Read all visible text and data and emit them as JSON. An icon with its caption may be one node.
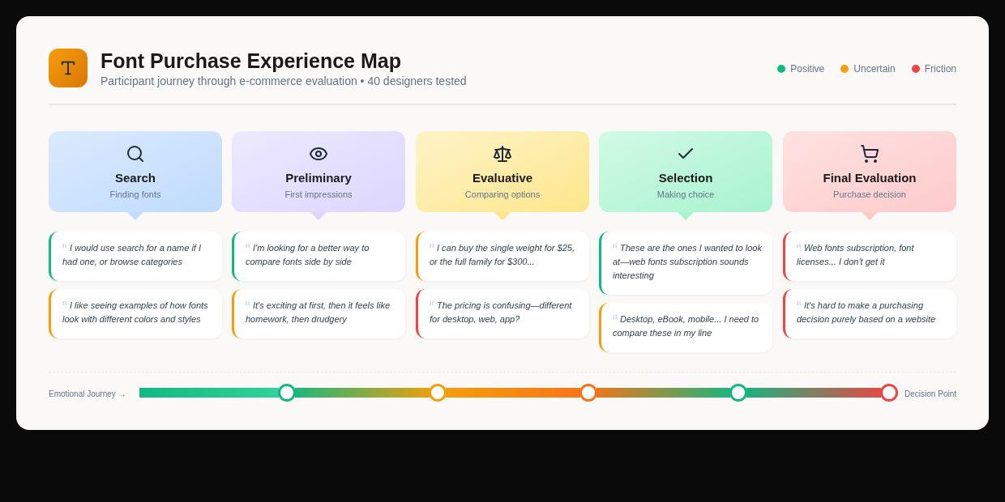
{
  "diagram": {
    "title": "Font Purchase Experience Map",
    "nodes": [
      {
        "text": [
          "Search",
          "Finding fonts"
        ]
      },
      {
        "text": [
          "Preliminary",
          "First impressions"
        ]
      },
      {
        "text": [
          "Evaluative",
          "Comparing options"
        ]
      },
      {
        "text": [
          "Selection",
          "Making choice"
        ]
      },
      {
        "text": [
          "Final Evaluation",
          "Purchase decision"
        ]
      },
      {
        "text": [
          "I would use search for a name if I had one, or browse categories"
        ]
      },
      {
        "text": [
          "I like seeing examples of how fonts look with different colors and styles"
        ]
      },
      {
        "text": [
          "I'm looking for a better way to compare fonts side by side"
        ]
      },
      {
        "text": [
          "It's exciting at first, then it feels like homework, then drudgery"
        ]
      },
      {
        "text": [
          "I can buy the single weight for $25, or the full family for $300..."
        ]
      },
      {
        "text": [
          "The pricing is confusing—different for desktop, web, app?"
        ]
      },
      {
        "text": [
          "These are the ones I wanted to look at—web fonts subscription sounds interesting"
        ]
      },
      {
        "text": [
          "Desktop, eBook, mobile... I need to compare these in my line"
        ]
      },
      {
        "text": [
          "Web fonts subscription, font licenses... I don't get it"
        ]
      },
      {
        "text": [
          "It's hard to make a purchasing decision purely based on a website"
        ]
      },
      {
        "text": [],
        "shape": "circle"
      },
      {
        "text": [],
        "shape": "circle"
      },
      {
        "text": [],
        "shape": "circle"
      },
      {
        "text": [],
        "shape": "circle"
      },
      {
        "text": [],
        "shape": "circle",
        "beside": [
          "Decision Point"
        ]
      }
    ],
    "edges": [
      {
        "from": null,
        "to": 15,
        "arrow": "none",
        "style": "thick"
      },
      {
        "from": 15,
        "to": 16,
        "arrow": "none",
        "style": "thick"
      },
      {
        "from": 16,
        "to": 17,
        "arrow": "none",
        "style": "thick"
      },
      {
        "from": 17,
        "to": 18,
        "arrow": "none",
        "style": "thick"
      },
      {
        "from": 18,
        "to": 19,
        "arrow": "none",
        "style": "thick"
      }
    ],
    "labels": [
      "Participant journey through e-commerce evaluation • 40 designers tested",
      "Emotional Journey →"
    ],
    "legend": [
      {
        "text": "Positive",
        "color": "#10b981"
      },
      {
        "text": "Uncertain",
        "color": "#f59e0b"
      },
      {
        "text": "Friction",
        "color": "#ef4444"
      }
    ]
  }
}
